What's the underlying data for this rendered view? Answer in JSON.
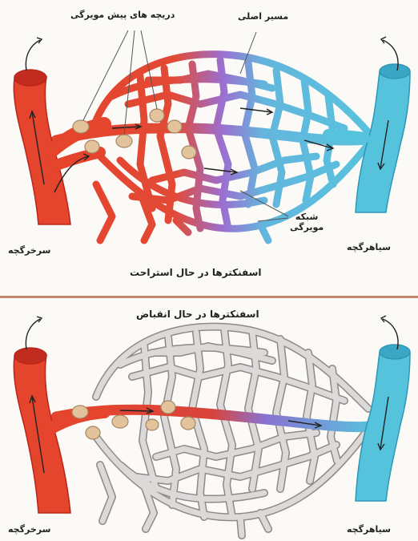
{
  "top_panel": {
    "label_precapillary_sphincters": "دریچه های پیش مویرگی",
    "label_main_channel": "مسیر اصلی",
    "label_capillary_network_line1": "شبکه",
    "label_capillary_network_line2": "مویرگی",
    "label_arteriole": "سرخرگچه",
    "label_venule": "سیاهرگچه",
    "caption": "اسفنکترها در حال استراحت"
  },
  "bottom_panel": {
    "caption": "اسفنکترها در حال انقباض",
    "label_arteriole": "سرخرگچه",
    "label_venule": "سیاهرگچه"
  },
  "colors": {
    "artery": "#e5442d",
    "artery_dark": "#b9261a",
    "vein": "#56c3dd",
    "vein_dark": "#2f97b6",
    "mix": "#8a72d0",
    "closed_capillary": "#dcd9d9",
    "closed_outline": "#8e8a8a",
    "sphincter": "#e2c39b",
    "divider": "#c0866a"
  }
}
